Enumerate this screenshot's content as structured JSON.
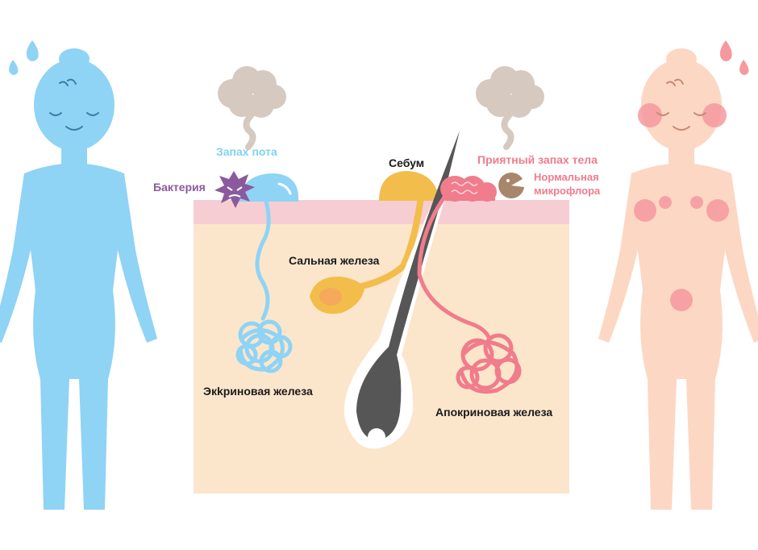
{
  "labels": {
    "sweat_odor": "Запах пота",
    "bacteria": "Бактерия",
    "sebum": "Себум",
    "pleasant_odor": "Приятный запах тела",
    "normal_flora_line1": "Нормальная",
    "normal_flora_line2": "микрофлора",
    "sebaceous_gland": "Сальная железа",
    "eccrine_gland": "Экkриновая железа",
    "apocrine_gland": "Апокриновая железа"
  },
  "colors": {
    "sweat_blue": "#7fd3f2",
    "bacteria_purple": "#8b5a9e",
    "apocrine_pink": "#f07c8c",
    "sebum_yellow": "#f2bd4a",
    "skin_surface": "#f6cdd3",
    "dermis": "#fbe6cc",
    "hair": "#565656",
    "odor_cloud": "#d6c9c0",
    "flora_brown": "#a8866a",
    "left_figure": "#8fd3f5",
    "right_figure": "#fcd7c4",
    "right_blush": "#f6999f",
    "label_dark": "#1a1a1a"
  }
}
